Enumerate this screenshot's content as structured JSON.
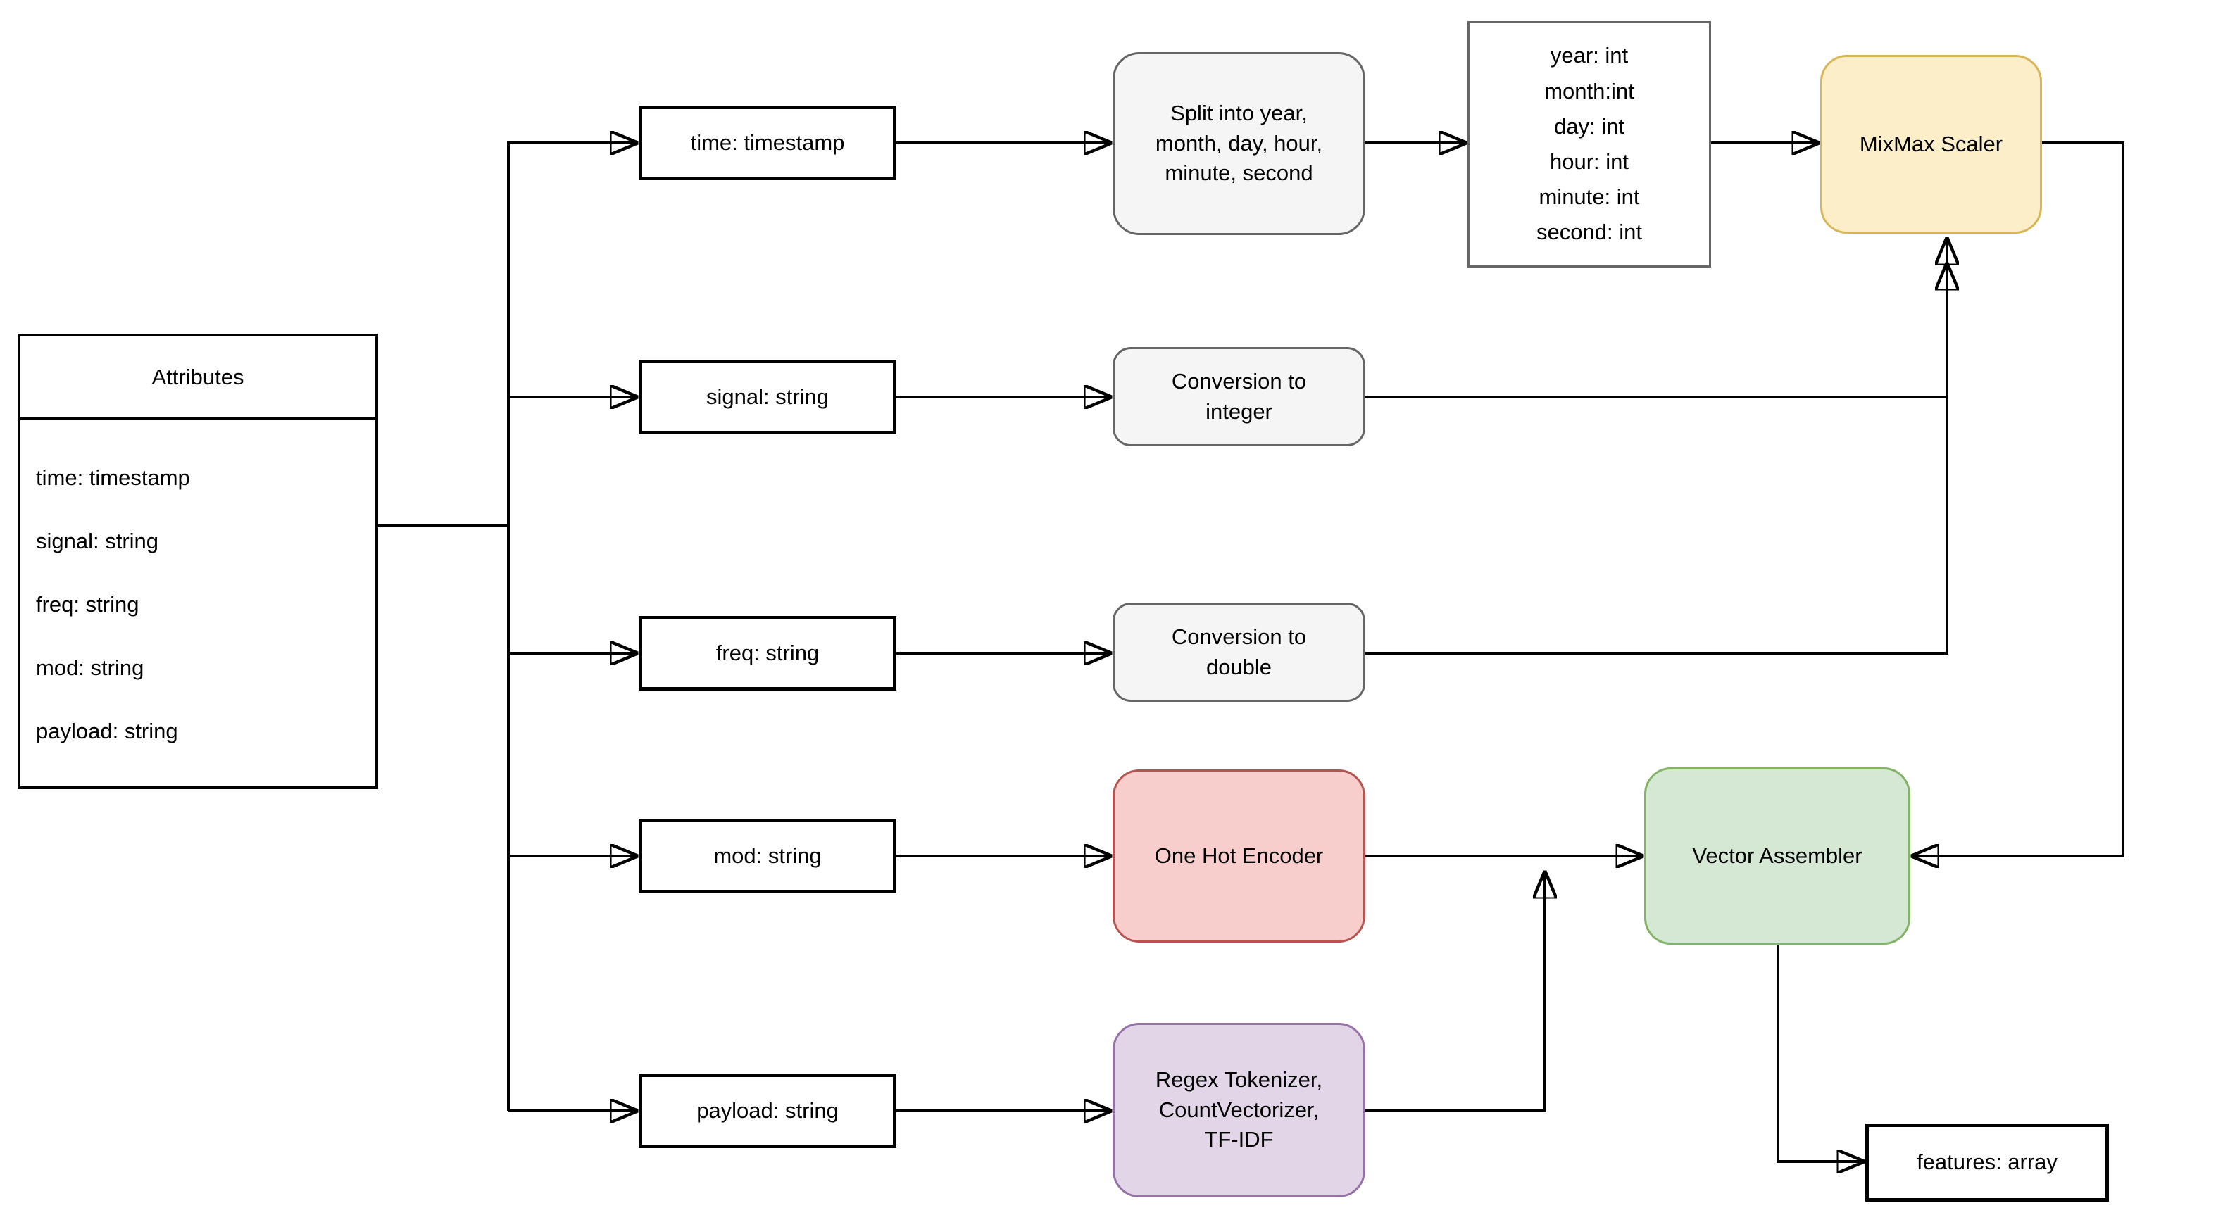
{
  "diagram": {
    "background": "#ffffff",
    "line_color": "#000000",
    "attributes_panel": {
      "title": "Attributes",
      "rows": [
        "time: timestamp",
        "signal: string",
        "freq: string",
        "mod: string",
        "payload: string"
      ]
    },
    "field_nodes": [
      "time: timestamp",
      "signal: string",
      "freq: string",
      "mod: string",
      "payload: string"
    ],
    "process_nodes": {
      "split": {
        "label": "Split into year,\nmonth, day, hour,\nminute, second",
        "fill": "#F5F5F5",
        "stroke": "#666666"
      },
      "conversion_integer": {
        "label": "Conversion to\ninteger",
        "fill": "#F5F5F5",
        "stroke": "#666666"
      },
      "conversion_double": {
        "label": "Conversion to\ndouble",
        "fill": "#F5F5F5",
        "stroke": "#666666"
      },
      "one_hot_encoder": {
        "label": "One Hot Encoder",
        "fill": "#F8CECC",
        "stroke": "#B85450"
      },
      "text_pipeline": {
        "label": "Regex Tokenizer,\nCountVectorizer,\nTF-IDF",
        "fill": "#E1D5E7",
        "stroke": "#9673A6"
      }
    },
    "split_output": {
      "label": "year: int\nmonth:int\nday: int\nhour: int\nminute: int\nsecond: int",
      "fill": "#ffffff",
      "stroke": "#666666"
    },
    "scaler": {
      "label": "MixMax Scaler",
      "fill": "#FBEEC8",
      "stroke": "#D6B656"
    },
    "assembler": {
      "label": "Vector Assembler",
      "fill": "#D5E8D4",
      "stroke": "#82B366"
    },
    "output_node": {
      "label": "features: array",
      "fill": "#ffffff",
      "stroke": "#000000"
    }
  }
}
